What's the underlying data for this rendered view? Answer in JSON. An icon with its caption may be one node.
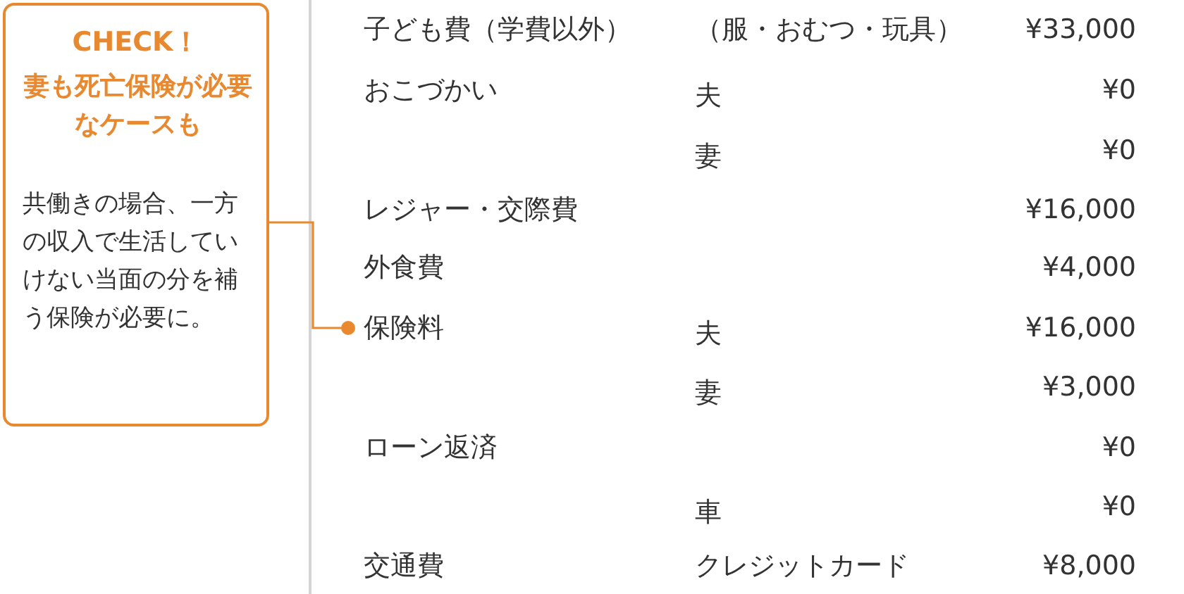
{
  "diagram": {
    "nodes": [
      {
        "text": [
          "CHECK！",
          "妻も死亡保険が必要なケースも",
          "共働きの場合、一方の収入で生活していけない当面の分を補う保険が必要に。"
        ]
      },
      {
        "text": [
          "保険料"
        ]
      }
    ],
    "edges": [
      {
        "from": 0,
        "to": 1,
        "arrow": "other"
      }
    ],
    "labels": [
      "子ども費（学費以外）",
      "（服・おむつ・玩具）",
      "¥33,000",
      "おこづかい",
      "夫",
      "¥0",
      "妻",
      "¥0",
      "レジャー・交際費",
      "¥16,000",
      "外食費",
      "¥4,000",
      "夫",
      "¥16,000",
      "妻",
      "¥3,000",
      "ローン返済",
      "¥0",
      "車",
      "¥0",
      "交通費",
      "クレジットカード",
      "¥8,000"
    ]
  }
}
